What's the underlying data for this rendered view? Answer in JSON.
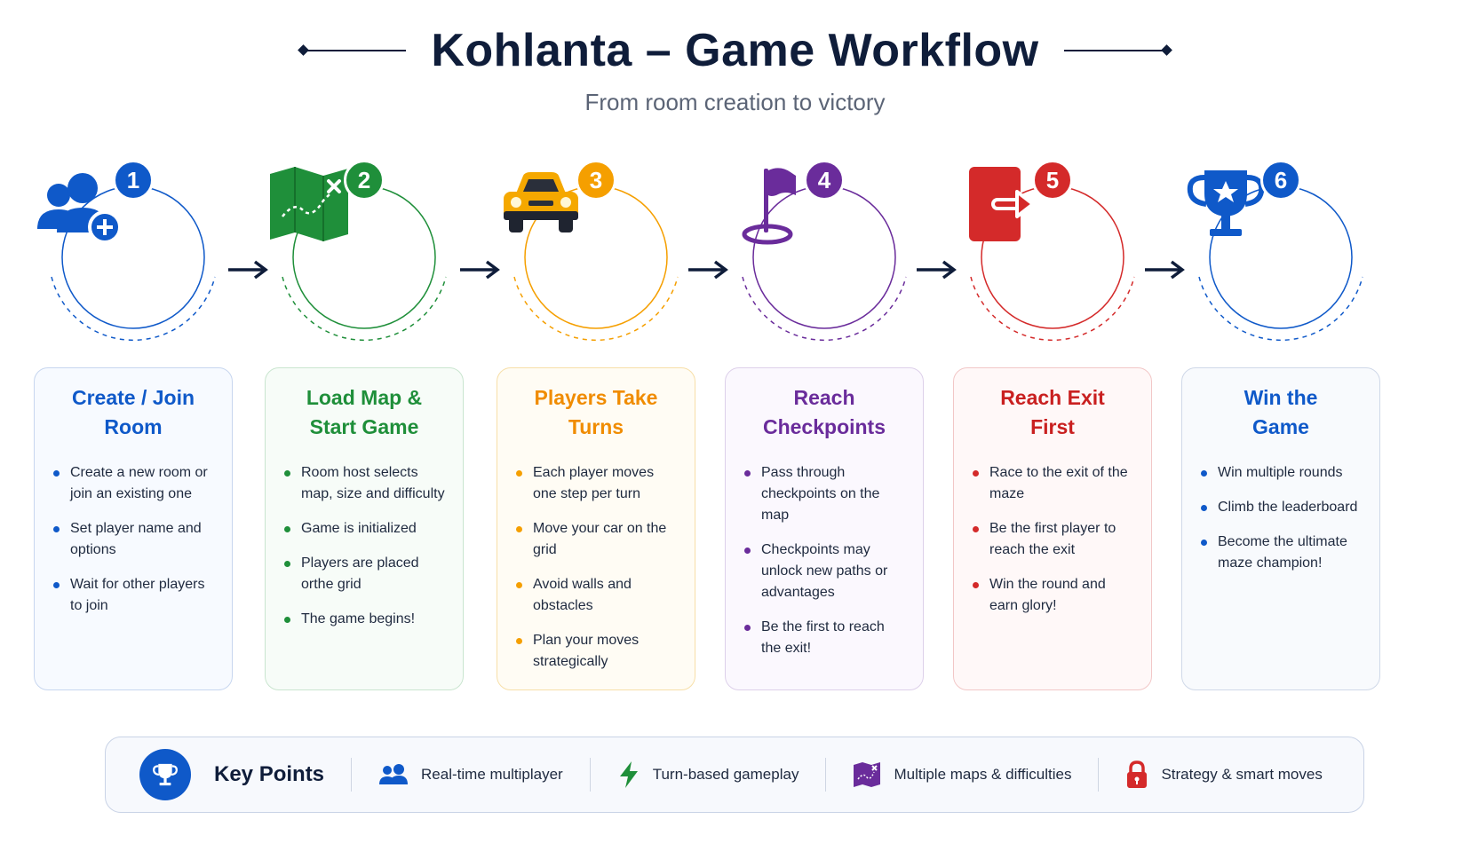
{
  "header": {
    "title": "Kohlanta – Game Workflow",
    "subtitle": "From room creation to victory"
  },
  "steps": [
    {
      "number": "1",
      "title_line1": "Create / Join",
      "title_line2": "Room",
      "color": "#0f59c9",
      "icon": "add-users-icon",
      "bullets": [
        "Create a new room or join an existing one",
        "Set player name and options",
        "Wait for other players to join"
      ]
    },
    {
      "number": "2",
      "title_line1": "Load Map &",
      "title_line2": "Start Game",
      "color": "#1f8f3a",
      "icon": "map-icon",
      "bullets": [
        "Room host selects map, size and difficulty",
        "Game is initialized",
        "Players are placed orthe grid",
        "The game begins!"
      ]
    },
    {
      "number": "3",
      "title_line1": "Players Take",
      "title_line2": "Turns",
      "color": "#f59f00",
      "icon": "car-icon",
      "bullets": [
        "Each player moves one step per turn",
        "Move your car on the grid",
        "Avoid walls and obstacles",
        "Plan your moves strategically"
      ]
    },
    {
      "number": "4",
      "title_line1": "Reach",
      "title_line2": "Checkpoints",
      "color": "#6a2c9b",
      "icon": "flag-icon",
      "bullets": [
        "Pass through checkpoints on the map",
        "Checkpoints may unlock new paths or advantages",
        "Be the first to reach the exit!"
      ]
    },
    {
      "number": "5",
      "title_line1": "Reach Exit",
      "title_line2": "First",
      "color": "#d42a2a",
      "icon": "exit-door-icon",
      "bullets": [
        "Race to the exit of the maze",
        "Be the first player to reach the exit",
        "Win the round and earn glory!"
      ]
    },
    {
      "number": "6",
      "title_line1": "Win the",
      "title_line2": "Game",
      "color": "#0f59c9",
      "icon": "trophy-icon",
      "bullets": [
        "Win multiple rounds",
        "Climb the leaderboard",
        "Become the ultimate maze champion!"
      ]
    }
  ],
  "key_points": {
    "title": "Key Points",
    "items": [
      {
        "label": "Real-time multiplayer",
        "icon": "users-icon",
        "color": "#0f59c9"
      },
      {
        "label": "Turn-based gameplay",
        "icon": "lightning-icon",
        "color": "#1f8f3a"
      },
      {
        "label": "Multiple maps & difficulties",
        "icon": "map-icon",
        "color": "#6a2c9b"
      },
      {
        "label": "Strategy & smart moves",
        "icon": "lock-icon",
        "color": "#d42a2a"
      }
    ]
  }
}
